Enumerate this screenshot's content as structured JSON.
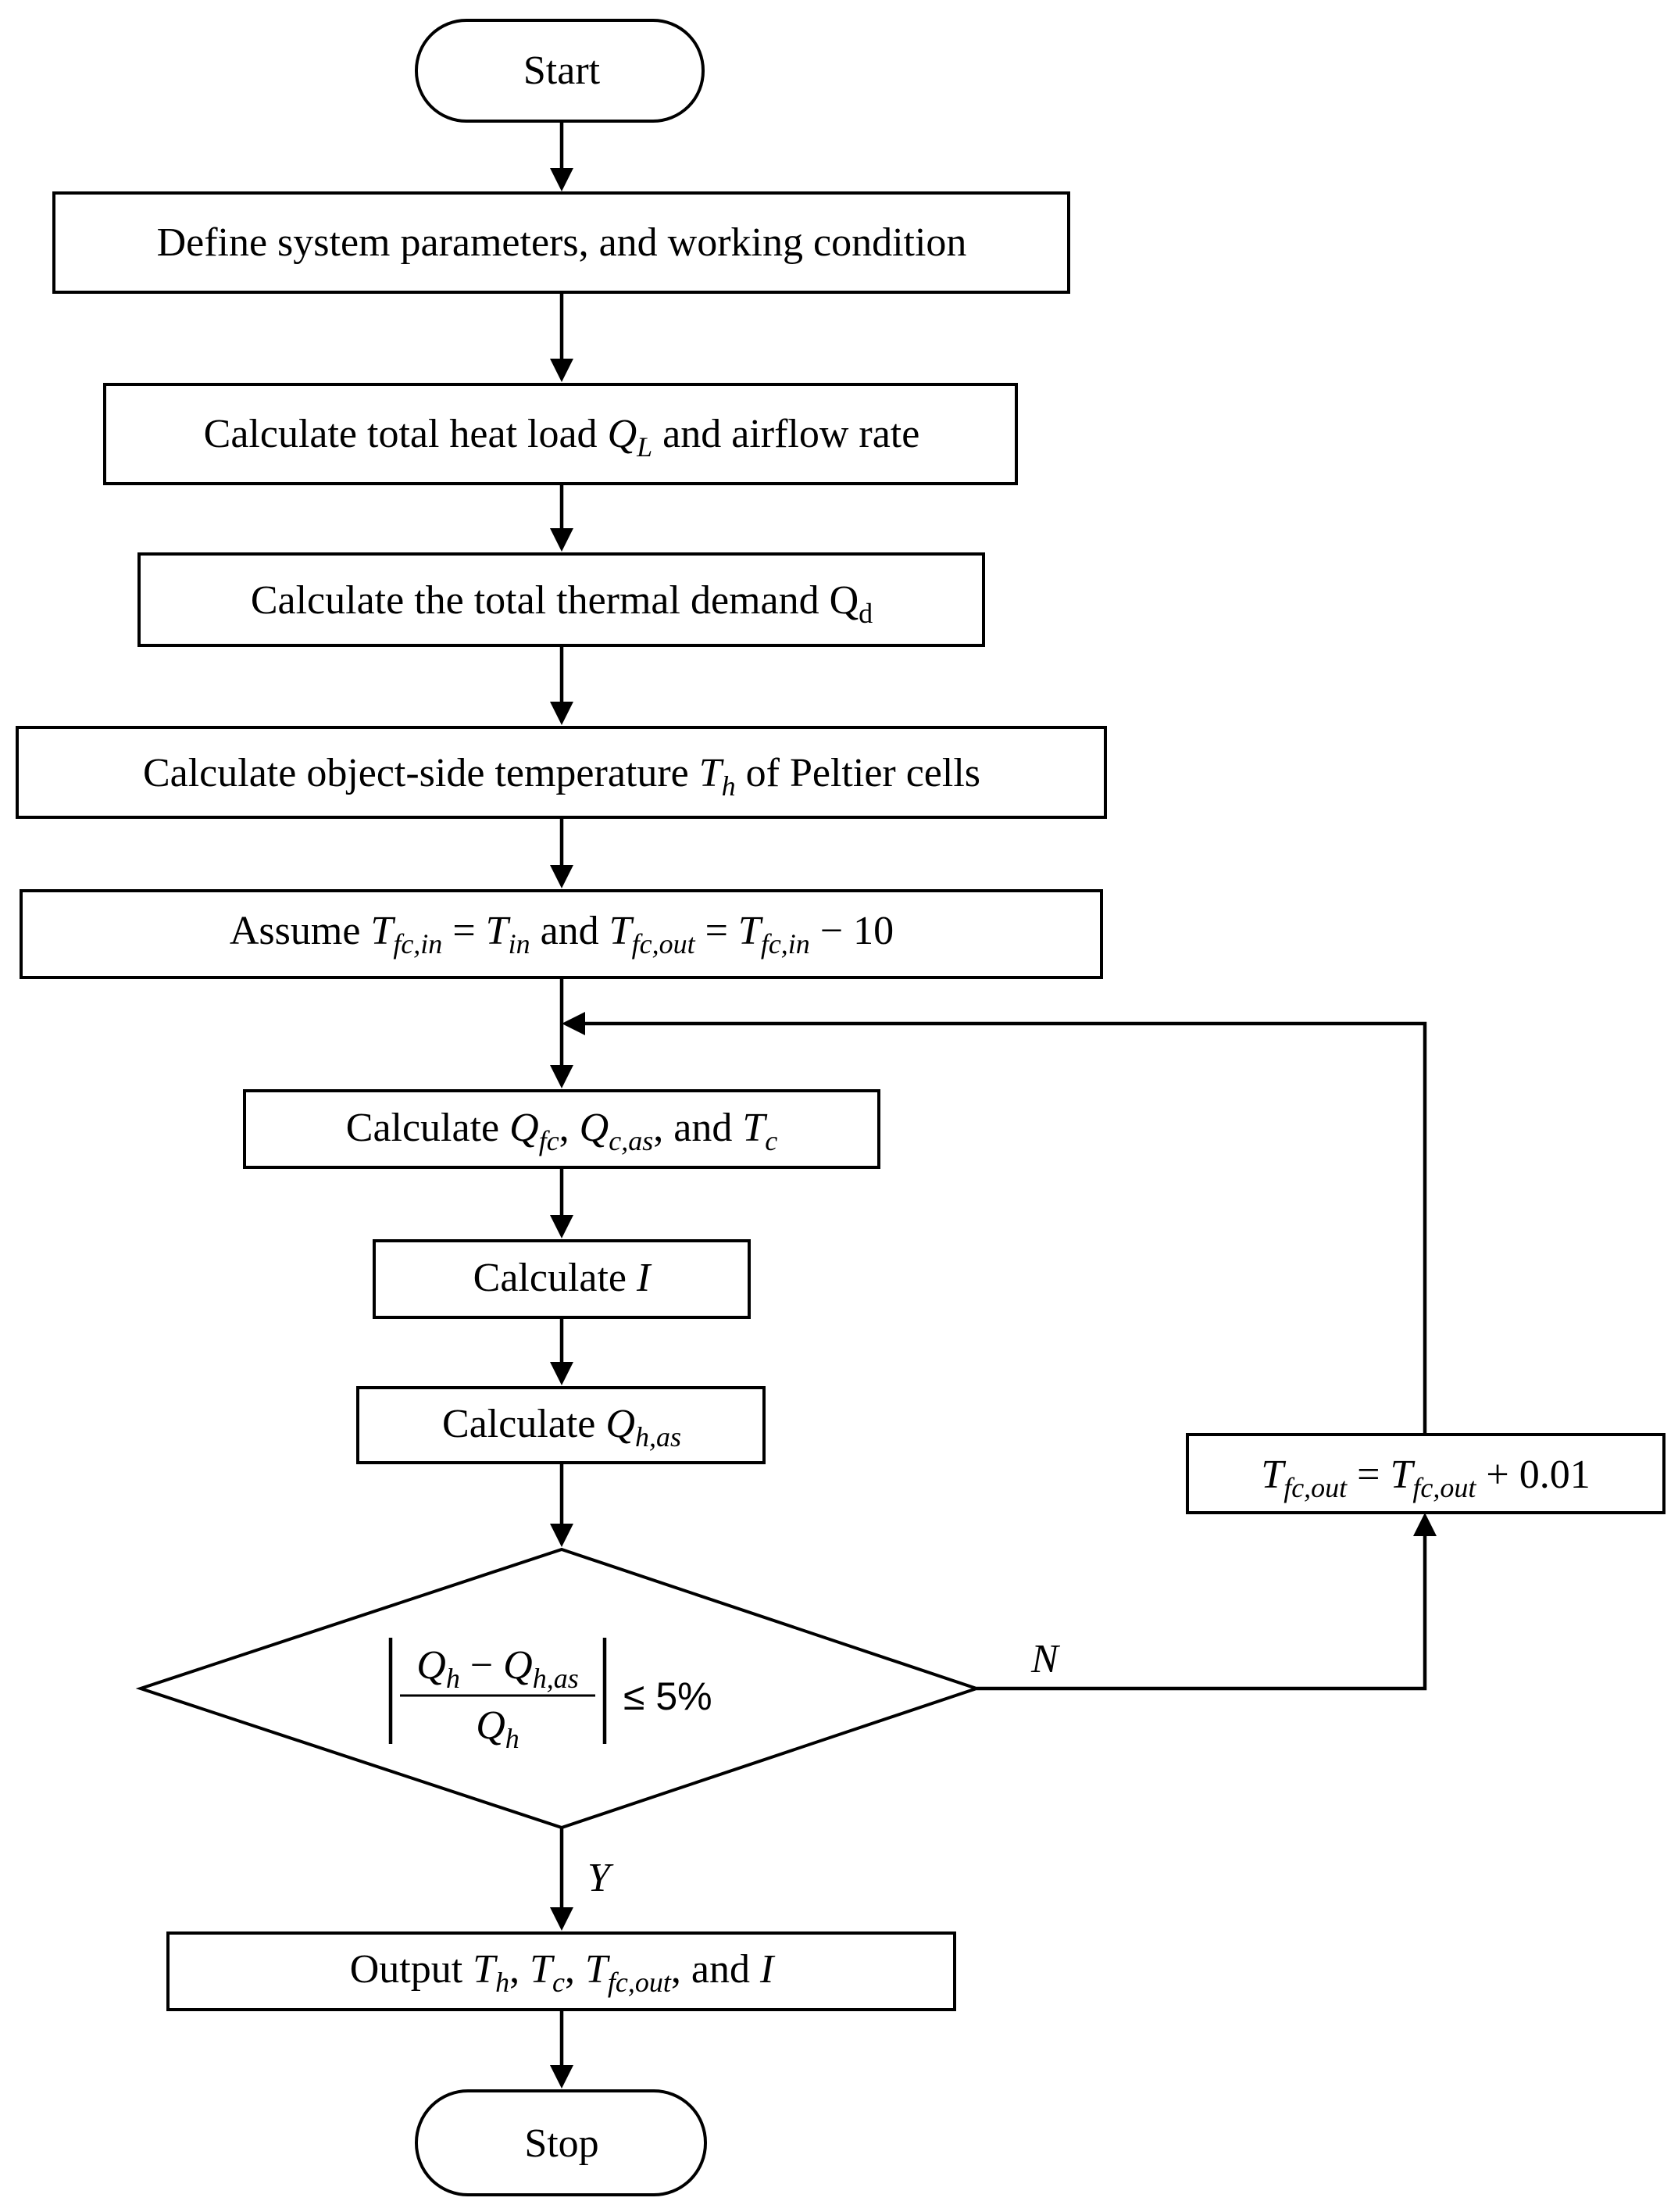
{
  "start": "Start",
  "stop": "Stop",
  "step1": "Define system parameters, and working condition",
  "step2": {
    "text": "Calculate total heat load",
    "symbol": "Q",
    "sub": "L",
    "suffix": "and airflow rate"
  },
  "step3": {
    "text": "Calculate the total thermal demand",
    "symbol": "Q",
    "sub": "d"
  },
  "step4": {
    "text": "Calculate object-side temperature",
    "symbol": "T",
    "sub": "h",
    "suffix": "of Peltier cells"
  },
  "step5": {
    "prefix": "Assume",
    "conj": "and",
    "eq1_lhs": "T",
    "eq1_lhs_sub": "fc,in",
    "eq1_rhs": "T",
    "eq1_rhs_sub": "in",
    "eq2_lhs": "T",
    "eq2_lhs_sub": "fc,out",
    "eq2_rhs": "T",
    "eq2_rhs_sub": "fc,in",
    "eq2_tail": "− 10"
  },
  "step6": {
    "prefix": "Calculate",
    "s1": "Q",
    "s1_sub": "fc",
    "s2": "Q",
    "s2_sub": "c,as",
    "conj": ", and",
    "s3": "T",
    "s3_sub": "c"
  },
  "step7": {
    "prefix": "Calculate",
    "symbol": "I"
  },
  "step8": {
    "prefix": "Calculate",
    "symbol": "Q",
    "sub": "h,as"
  },
  "decision": {
    "num_a": "Q",
    "num_a_sub": "h",
    "minus": "−",
    "num_b": "Q",
    "num_b_sub": "h,as",
    "den": "Q",
    "den_sub": "h",
    "rel": "≤ 5%",
    "no_label": "N",
    "yes_label": "Y"
  },
  "update": {
    "lhs": "T",
    "lhs_sub": "fc,out",
    "rhs": "T",
    "rhs_sub": "fc,out",
    "tail": "+ 0.01"
  },
  "output": {
    "prefix": "Output",
    "s1": "T",
    "s1_sub": "h",
    "s2": "T",
    "s2_sub": "c",
    "s3": "T",
    "s3_sub": "fc,out",
    "conj": ", and",
    "s4": "I"
  }
}
